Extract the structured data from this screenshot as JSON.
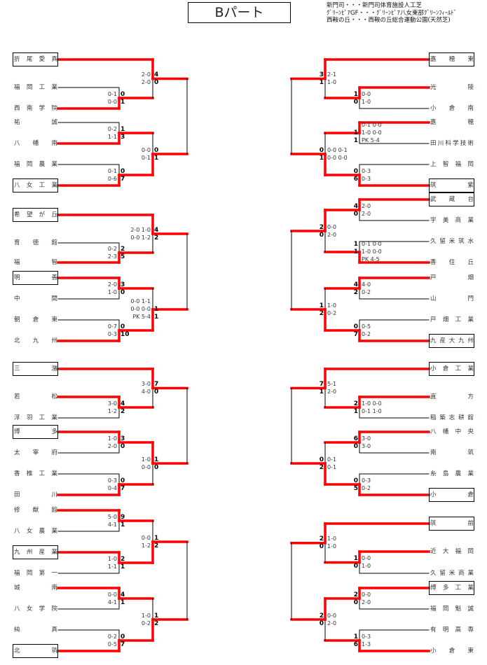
{
  "header": {
    "title": "Bパート",
    "legend": [
      "新門司・・・新門司体育施設人工芝",
      "ｸﾞﾘｰﾝﾋﾟｱGF・・・ｸﾞﾘｰﾝﾋﾟｱ八女東部ｸﾞﾘｰﾝﾌｨｰﾙﾄﾞ",
      "西鞍の丘・・・西鞍の丘総合運動公園(天然芝)"
    ]
  },
  "colors": {
    "winner_line": "#ff0000",
    "line": "#000000"
  },
  "blocks": [
    {
      "id": "A",
      "side": "left",
      "teams": [
        {
          "name": "折尾愛真",
          "boxed": true
        },
        {
          "name": "福岡工業"
        },
        {
          "name": "西南学院"
        },
        {
          "name": "祐誠"
        },
        {
          "name": "八幡南"
        },
        {
          "name": "福岡農業"
        },
        {
          "name": "八女工業",
          "boxed": true
        }
      ],
      "matches": [
        {
          "a": 1,
          "b": 2,
          "win": "b",
          "lines": [
            [
              "0-1",
              "0"
            ],
            [
              "0-0",
              "1"
            ]
          ]
        },
        {
          "a": 3,
          "b": 4,
          "win": "b",
          "lines": [
            [
              "0-2",
              "1"
            ],
            [
              "1-1",
              "3"
            ]
          ]
        },
        {
          "a": 5,
          "b": 6,
          "win": "b",
          "lines": [
            [
              "0-1",
              "0"
            ],
            [
              "0-6",
              "7"
            ]
          ]
        },
        {
          "a": 0,
          "b": "m0",
          "win": "a",
          "lines": [
            [
              "2-0",
              "4"
            ],
            [
              "2-0",
              "0"
            ]
          ]
        },
        {
          "a": "m1",
          "b": "m2",
          "win": "b",
          "lines": [
            [
              "0-0",
              "0"
            ],
            [
              "0-1",
              "1"
            ]
          ]
        },
        {
          "a": "m3",
          "b": "m4",
          "win": null,
          "lines": []
        }
      ]
    },
    {
      "id": "B",
      "side": "left",
      "teams": [
        {
          "name": "希望が丘",
          "boxed": true
        },
        {
          "name": "育徳館"
        },
        {
          "name": "福智"
        },
        {
          "name": "明善",
          "boxed": true
        },
        {
          "name": "中間"
        },
        {
          "name": "朝倉東"
        },
        {
          "name": "北九州"
        }
      ],
      "matches": [
        {
          "a": 1,
          "b": 2,
          "win": "b",
          "lines": [
            [
              "0-2",
              "2"
            ],
            [
              "2-3",
              "5"
            ]
          ]
        },
        {
          "a": 3,
          "b": 4,
          "win": "a",
          "lines": [
            [
              "2-0",
              "3"
            ],
            [
              "1-0",
              "0"
            ]
          ]
        },
        {
          "a": 5,
          "b": 6,
          "win": "b",
          "lines": [
            [
              "0-7",
              "0"
            ],
            [
              "0-3",
              "10"
            ]
          ]
        },
        {
          "a": 0,
          "b": "m0",
          "win": "a",
          "lines": [
            [
              "2-0 1-0",
              "4"
            ],
            [
              "0-0 1-2",
              "2"
            ]
          ]
        },
        {
          "a": "m1",
          "b": "m2",
          "win": "b",
          "lines": [
            [
              "0-0 1-1",
              ""
            ],
            [
              "0-0 0-0",
              "1"
            ],
            [
              "PK 5-4",
              "1"
            ]
          ]
        },
        {
          "a": "m3",
          "b": "m4",
          "win": null,
          "lines": []
        }
      ]
    },
    {
      "id": "C",
      "side": "left",
      "teams": [
        {
          "name": "三潴",
          "boxed": true
        },
        {
          "name": "若松"
        },
        {
          "name": "浮羽工業"
        },
        {
          "name": "博多",
          "boxed": true
        },
        {
          "name": "太宰府"
        },
        {
          "name": "香椎工業"
        },
        {
          "name": "田川"
        }
      ],
      "matches": [
        {
          "a": 1,
          "b": 2,
          "win": "a",
          "lines": [
            [
              "3-0",
              "4"
            ],
            [
              "1-2",
              "2"
            ]
          ]
        },
        {
          "a": 3,
          "b": 4,
          "win": "a",
          "lines": [
            [
              "1-0",
              "3"
            ],
            [
              "2-0",
              "0"
            ]
          ]
        },
        {
          "a": 5,
          "b": 6,
          "win": "b",
          "lines": [
            [
              "0-3",
              "0"
            ],
            [
              "0-4",
              "7"
            ]
          ]
        },
        {
          "a": 0,
          "b": "m0",
          "win": "a",
          "lines": [
            [
              "3-0",
              "7"
            ],
            [
              "4-0",
              "0"
            ]
          ]
        },
        {
          "a": "m1",
          "b": "m2",
          "win": "a",
          "lines": [
            [
              "1-0",
              "1"
            ],
            [
              "0-0",
              "0"
            ]
          ]
        },
        {
          "a": "m3",
          "b": "m4",
          "win": null,
          "lines": []
        }
      ]
    },
    {
      "id": "D",
      "side": "left",
      "teams": [
        {
          "name": "修猷館"
        },
        {
          "name": "八女農業"
        },
        {
          "name": "九州産業",
          "boxed": true
        },
        {
          "name": "福岡第一"
        },
        {
          "name": "城南"
        },
        {
          "name": "八女学院"
        },
        {
          "name": "純真"
        },
        {
          "name": "北筑",
          "boxed": true
        }
      ],
      "matches": [
        {
          "a": 0,
          "b": 1,
          "win": "a",
          "lines": [
            [
              "5-0",
              "9"
            ],
            [
              "4-1",
              "1"
            ]
          ]
        },
        {
          "a": 2,
          "b": 3,
          "win": "a",
          "lines": [
            [
              "1-0",
              "2"
            ],
            [
              "1-1",
              "1"
            ]
          ]
        },
        {
          "a": 4,
          "b": 5,
          "win": "a",
          "lines": [
            [
              "0-0",
              "4"
            ],
            [
              "4-1",
              "1"
            ]
          ]
        },
        {
          "a": 6,
          "b": 7,
          "win": "b",
          "lines": [
            [
              "0-2",
              "0"
            ],
            [
              "0-5",
              "7"
            ]
          ]
        },
        {
          "a": "m0",
          "b": "m1",
          "win": "b",
          "lines": [
            [
              "0-0",
              "1"
            ],
            [
              "1-2",
              "2"
            ]
          ]
        },
        {
          "a": "m2",
          "b": "m3",
          "win": "b",
          "lines": [
            [
              "1-0",
              "1"
            ],
            [
              "0-2",
              "2"
            ]
          ]
        },
        {
          "a": "m4",
          "b": "m5",
          "win": null,
          "lines": []
        }
      ]
    },
    {
      "id": "E",
      "side": "right",
      "teams": [
        {
          "name": "嘉穂東",
          "boxed": true
        },
        {
          "name": "光陵"
        },
        {
          "name": "小倉南"
        },
        {
          "name": "嘉穂"
        },
        {
          "name": "田川科学技術"
        },
        {
          "name": "上智福岡"
        },
        {
          "name": "筑紫",
          "boxed": true
        }
      ],
      "matches": [
        {
          "a": 1,
          "b": 2,
          "win": "a",
          "lines": [
            [
              "0-0",
              "1"
            ],
            [
              "1-0",
              "0"
            ]
          ]
        },
        {
          "a": 3,
          "b": 4,
          "win": "a",
          "lines": [
            [
              "0-1 0-0",
              ""
            ],
            [
              "1-0 0-0",
              "1"
            ],
            [
              "PK 5-4",
              "1"
            ]
          ]
        },
        {
          "a": 5,
          "b": 6,
          "win": "b",
          "lines": [
            [
              "0-3",
              "0"
            ],
            [
              "0-3",
              "6"
            ]
          ]
        },
        {
          "a": 0,
          "b": "m0",
          "win": "a",
          "lines": [
            [
              "2-1",
              "3"
            ],
            [
              "1-0",
              "1"
            ]
          ]
        },
        {
          "a": "m1",
          "b": "m2",
          "win": "b",
          "lines": [
            [
              "0-0 0-1",
              "0"
            ],
            [
              "0-0 0-0",
              "1"
            ]
          ]
        },
        {
          "a": "m3",
          "b": "m4",
          "win": null,
          "lines": []
        }
      ]
    },
    {
      "id": "F",
      "side": "right",
      "teams": [
        {
          "name": "武蔵台",
          "boxed": true
        },
        {
          "name": "宇美商業"
        },
        {
          "name": "久留米筑水"
        },
        {
          "name": "香住丘"
        },
        {
          "name": "戸畑"
        },
        {
          "name": "山門"
        },
        {
          "name": "戸畑工業"
        },
        {
          "name": "九産大九州",
          "boxed": true
        }
      ],
      "matches": [
        {
          "a": 0,
          "b": 1,
          "win": "a",
          "lines": [
            [
              "2-0",
              "4"
            ],
            [
              "2-0",
              "0"
            ]
          ]
        },
        {
          "a": 2,
          "b": 3,
          "win": "b",
          "lines": [
            [
              "0-1 0-0",
              "1"
            ],
            [
              "1-0 0-0",
              "1"
            ],
            [
              "PK 4-5",
              ""
            ]
          ]
        },
        {
          "a": 4,
          "b": 5,
          "win": "a",
          "lines": [
            [
              "4-0",
              "4"
            ],
            [
              "0-2",
              "2"
            ]
          ]
        },
        {
          "a": 6,
          "b": 7,
          "win": "b",
          "lines": [
            [
              "0-5",
              "0"
            ],
            [
              "0-2",
              "7"
            ]
          ]
        },
        {
          "a": "m0",
          "b": "m1",
          "win": "a",
          "lines": [
            [
              "0-0",
              "2"
            ],
            [
              "2-0",
              "0"
            ]
          ]
        },
        {
          "a": "m2",
          "b": "m3",
          "win": "b",
          "lines": [
            [
              "1-0",
              "1"
            ],
            [
              "0-2",
              "2"
            ]
          ]
        },
        {
          "a": "m4",
          "b": "m5",
          "win": null,
          "lines": []
        }
      ]
    },
    {
      "id": "G",
      "side": "right",
      "teams": [
        {
          "name": "小倉工業",
          "boxed": true
        },
        {
          "name": "直方"
        },
        {
          "name": "稲築志耕館"
        },
        {
          "name": "八幡中央"
        },
        {
          "name": "南筑"
        },
        {
          "name": "糸島農業"
        },
        {
          "name": "小倉",
          "boxed": true
        }
      ],
      "matches": [
        {
          "a": 1,
          "b": 2,
          "win": "a",
          "lines": [
            [
              "1-0 0-0",
              "2"
            ],
            [
              "0-1 1-0",
              "1"
            ]
          ]
        },
        {
          "a": 3,
          "b": 4,
          "win": "a",
          "lines": [
            [
              "3-0",
              "6"
            ],
            [
              "3-0",
              "0"
            ]
          ]
        },
        {
          "a": 5,
          "b": 6,
          "win": "b",
          "lines": [
            [
              "0-3",
              "0"
            ],
            [
              "0-2",
              "5"
            ]
          ]
        },
        {
          "a": 0,
          "b": "m0",
          "win": "a",
          "lines": [
            [
              "5-1",
              "7"
            ],
            [
              "2-0",
              "1"
            ]
          ]
        },
        {
          "a": "m1",
          "b": "m2",
          "win": "b",
          "lines": [
            [
              "0-1",
              "0"
            ],
            [
              "0-1",
              "2"
            ]
          ]
        },
        {
          "a": "m3",
          "b": "m4",
          "win": null,
          "lines": []
        }
      ]
    },
    {
      "id": "H",
      "side": "right",
      "teams": [
        {
          "name": "筑前",
          "boxed": true
        },
        {
          "name": "近大福岡"
        },
        {
          "name": "久留米商業"
        },
        {
          "name": "博多工業",
          "boxed": true
        },
        {
          "name": "福岡魁誠"
        },
        {
          "name": "有明高専"
        },
        {
          "name": "小倉東"
        }
      ],
      "matches": [
        {
          "a": 1,
          "b": 2,
          "win": "a",
          "lines": [
            [
              "0-0",
              "1"
            ],
            [
              "1-0",
              "0"
            ]
          ]
        },
        {
          "a": 3,
          "b": 4,
          "win": "a",
          "lines": [
            [
              "0-0",
              "2"
            ],
            [
              "2-0",
              "0"
            ]
          ]
        },
        {
          "a": 5,
          "b": 6,
          "win": "b",
          "lines": [
            [
              "0-3",
              "1"
            ],
            [
              "1-3",
              "6"
            ]
          ]
        },
        {
          "a": 0,
          "b": "m0",
          "win": "a",
          "lines": [
            [
              "1-0",
              "2"
            ],
            [
              "1-0",
              "0"
            ]
          ]
        },
        {
          "a": "m1",
          "b": "m2",
          "win": "a",
          "lines": [
            [
              "0-0",
              "2"
            ],
            [
              "2-0",
              "0"
            ]
          ]
        },
        {
          "a": "m3",
          "b": "m4",
          "win": null,
          "lines": []
        }
      ]
    }
  ]
}
